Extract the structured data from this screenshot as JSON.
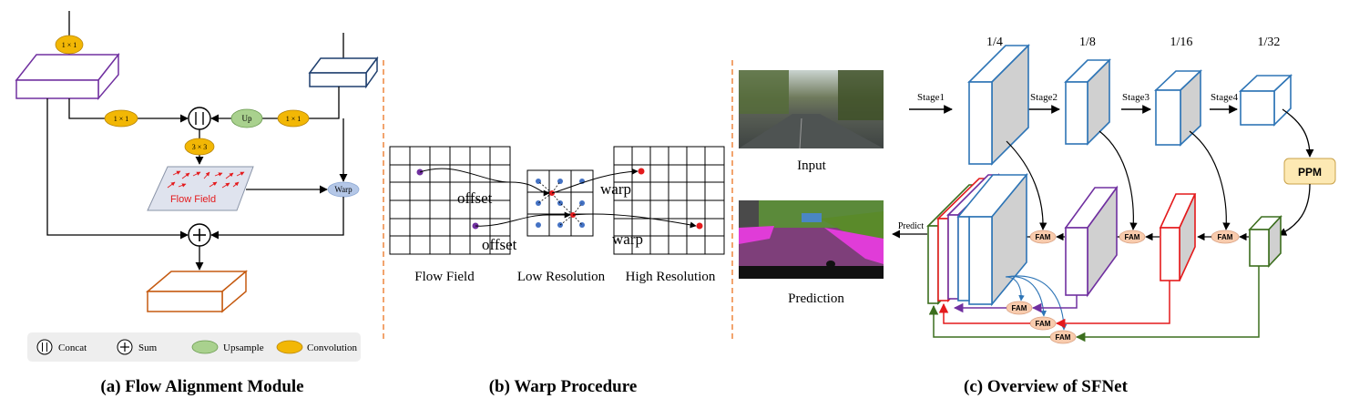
{
  "panel_a": {
    "caption": "(a) Flow Alignment Module",
    "conv_1x1": "1 × 1",
    "conv_3x3": "3 × 3",
    "up": "Up",
    "warp": "Warp",
    "flow_field": "Flow Field",
    "legend": {
      "concat": "Concat",
      "sum": "Sum",
      "upsample": "Upsample",
      "convolution": "Convolution"
    }
  },
  "panel_b": {
    "caption": "(b) Warp Procedure",
    "offset": "offset",
    "warp": "warp",
    "labels": [
      "Flow Field",
      "Low Resolution",
      "High Resolution"
    ]
  },
  "panel_c": {
    "caption": "(c) Overview of SFNet",
    "input": "Input",
    "prediction": "Prediction",
    "predict": "Predict",
    "ppm": "PPM",
    "fam": "FAM",
    "scales": [
      "1/4",
      "1/8",
      "1/16",
      "1/32"
    ],
    "stages": [
      "Stage1",
      "Stage2",
      "Stage3",
      "Stage4"
    ]
  },
  "colors": {
    "purple": "#7030a0",
    "navy": "#1f3f6e",
    "orange": "#c55a11",
    "yellow": "#f2b705",
    "green": "#a9d18e",
    "red": "#e41a1c",
    "blue": "#2e75b6",
    "dark_green": "#3c6e1e",
    "fam": "#f8cbad",
    "ppm": "#fde9b3",
    "dashed": "#ed7d31"
  }
}
